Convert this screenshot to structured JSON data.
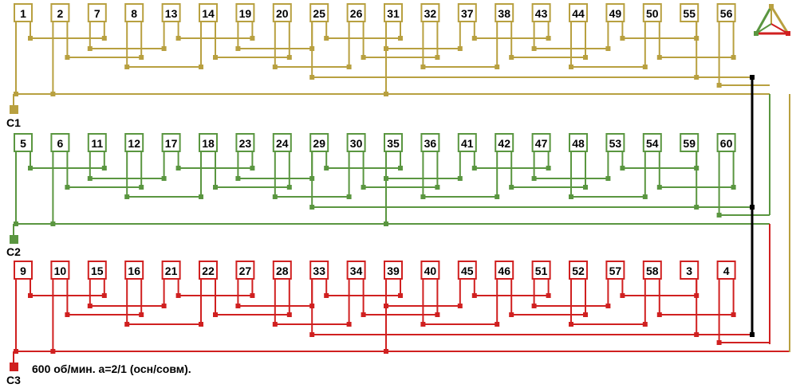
{
  "rows": [
    {
      "phase": "C1",
      "color": "#b8a040",
      "coils": [
        "1",
        "2",
        "7",
        "8",
        "13",
        "14",
        "19",
        "20",
        "25",
        "26",
        "31",
        "32",
        "37",
        "38",
        "43",
        "44",
        "49",
        "50",
        "55",
        "56"
      ]
    },
    {
      "phase": "C2",
      "color": "#5a9640",
      "coils": [
        "5",
        "6",
        "11",
        "12",
        "17",
        "18",
        "23",
        "24",
        "29",
        "30",
        "35",
        "36",
        "41",
        "42",
        "47",
        "48",
        "53",
        "54",
        "59",
        "60"
      ]
    },
    {
      "phase": "C3",
      "color": "#d02020",
      "coils": [
        "9",
        "10",
        "15",
        "16",
        "21",
        "22",
        "27",
        "28",
        "33",
        "34",
        "39",
        "40",
        "45",
        "46",
        "51",
        "52",
        "57",
        "58",
        "3",
        "4"
      ]
    }
  ],
  "terminals": [
    "C1",
    "C2",
    "C3"
  ],
  "caption": "600 об/мин. a=2/1 (осн/совм).",
  "star_color": "#000000"
}
